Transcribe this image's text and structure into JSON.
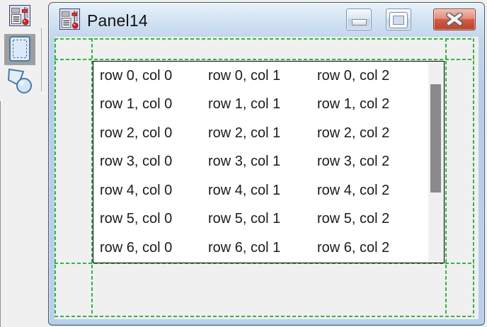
{
  "toolbar": {
    "tools": [
      {
        "name": "form-slider-tool",
        "icon": "form-slider-icon",
        "selected": false
      },
      {
        "name": "panel-tool",
        "icon": "panel-icon",
        "selected": true
      },
      {
        "name": "shapes-tool",
        "icon": "shapes-icon",
        "selected": false
      }
    ]
  },
  "window": {
    "title": "Panel14",
    "titlebar_icon": "form-slider-icon",
    "buttons": [
      {
        "name": "minimize-button",
        "glyph": "minimize-icon"
      },
      {
        "name": "maximize-button",
        "glyph": "maximize-icon"
      },
      {
        "name": "close-button",
        "glyph": "close-x-icon"
      }
    ]
  },
  "layout_guides": {
    "color": "#2fb644",
    "style": "dashed",
    "grid_rows": 3,
    "grid_cols": 3
  },
  "table": {
    "rows": 7,
    "cols": 3,
    "cells": [
      [
        "row 0, col 0",
        "row 0, col 1",
        "row 0, col 2"
      ],
      [
        "row 1, col 0",
        "row 1, col 1",
        "row 1, col 2"
      ],
      [
        "row 2, col 0",
        "row 2, col 1",
        "row 2, col 2"
      ],
      [
        "row 3, col 0",
        "row 3, col 1",
        "row 3, col 2"
      ],
      [
        "row 4, col 0",
        "row 4, col 1",
        "row 4, col 2"
      ],
      [
        "row 5, col 0",
        "row 5, col 1",
        "row 5, col 2"
      ],
      [
        "row 6, col 0",
        "row 6, col 1",
        "row 6, col 2"
      ]
    ],
    "scrollbar": {
      "orientation": "vertical",
      "thumb_color": "#8a8a8a"
    }
  },
  "colors": {
    "client_background": "#f0f0f0",
    "titlebar_top": "#e9f3fc",
    "titlebar_bottom": "#b9d0ec",
    "window_border": "#4d565f",
    "close_button_red": "#c24a31",
    "guide_green": "#2fb644",
    "pressed_tool_background": "#9f9f9f",
    "table_background": "#ffffff"
  }
}
